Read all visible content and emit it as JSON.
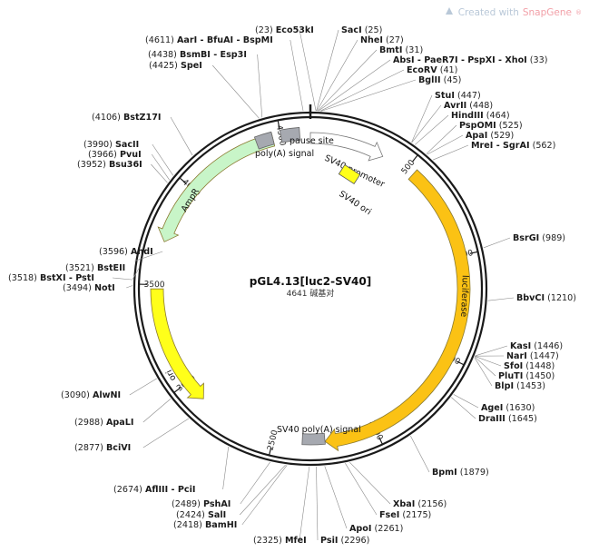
{
  "brand": {
    "prefix": "Created with",
    "name": "SnapGene",
    "mark": "®"
  },
  "plasmid": {
    "name": "pGL4.13[luc2-SV40]",
    "length": 4641,
    "length_label": "4641 碱基对"
  },
  "ticks": [
    {
      "pos": 500,
      "label": "500"
    },
    {
      "pos": 1000,
      "label": "1000"
    },
    {
      "pos": 1500,
      "label": "1500"
    },
    {
      "pos": 2000,
      "label": "2000"
    },
    {
      "pos": 2500,
      "label": "2500"
    },
    {
      "pos": 3000,
      "label": "3000"
    },
    {
      "pos": 3500,
      "label": "3500"
    },
    {
      "pos": 4000,
      "label": "4000"
    },
    {
      "pos": 4500,
      "label": "4500"
    }
  ],
  "features": [
    {
      "name": "luciferase",
      "start": 540,
      "end": 2250,
      "strand": 1,
      "type": "arrow",
      "color": "#fbc214",
      "ring": "inner"
    },
    {
      "name": "AmpR",
      "start": 3710,
      "end": 4460,
      "strand": -1,
      "type": "arrow",
      "color": "#c8f5c8",
      "ring": "inner"
    },
    {
      "name": "ori",
      "start": 2890,
      "end": 3480,
      "strand": -1,
      "type": "arrow",
      "color": "#ffff1a",
      "ring": "inner"
    },
    {
      "name": "SV40 promoter",
      "start": 0,
      "end": 370,
      "strand": 1,
      "type": "arrow",
      "color": "#ffffff",
      "ring": "inner"
    },
    {
      "name": "SV40 ori",
      "start": 0,
      "end": 0,
      "strand": 0,
      "type": "box",
      "color": "#ffff1a",
      "ring": "none"
    },
    {
      "name": "pause site",
      "start": 4500,
      "end": 4590,
      "strand": 0,
      "type": "box",
      "color": "#a6a9b0",
      "ring": "inner"
    },
    {
      "name": "poly(A) signal",
      "start": 4380,
      "end": 4460,
      "strand": 0,
      "type": "box",
      "color": "#a6a9b0",
      "ring": "inner"
    },
    {
      "name": "SV40 poly(A) signal",
      "start": 2250,
      "end": 2360,
      "strand": 0,
      "type": "box",
      "color": "#a6a9b0",
      "ring": "inner"
    }
  ],
  "feature_labels": [
    {
      "text": "pause site"
    },
    {
      "text": "poly(A) signal"
    },
    {
      "text": "SV40 promoter"
    },
    {
      "text": "SV40 ori"
    },
    {
      "text": "luciferase"
    },
    {
      "text": "AmpR"
    },
    {
      "text": "ori"
    },
    {
      "text": "SV40 poly(A) signal"
    }
  ],
  "sites": [
    {
      "name": "Eco53kI",
      "pos": "(23)",
      "num": 23
    },
    {
      "name": "AarI - BfuAI - BspMI",
      "pos": "(4611)",
      "num": 4611
    },
    {
      "name": "BsmBI - Esp3I",
      "pos": "(4438)",
      "num": 4438
    },
    {
      "name": "SpeI",
      "pos": "(4425)",
      "num": 4425
    },
    {
      "name": "SacI",
      "pos": "(25)",
      "num": 25
    },
    {
      "name": "NheI",
      "pos": "(27)",
      "num": 27
    },
    {
      "name": "BmtI",
      "pos": "(31)",
      "num": 31
    },
    {
      "name": "AbsI - PaeR7I - PspXI - XhoI",
      "pos": "(33)",
      "num": 33
    },
    {
      "name": "EcoRV",
      "pos": "(41)",
      "num": 41
    },
    {
      "name": "BglII",
      "pos": "(45)",
      "num": 45
    },
    {
      "name": "StuI",
      "pos": "(447)",
      "num": 447
    },
    {
      "name": "AvrII",
      "pos": "(448)",
      "num": 448
    },
    {
      "name": "HindIII",
      "pos": "(464)",
      "num": 464
    },
    {
      "name": "PspOMI",
      "pos": "(525)",
      "num": 525
    },
    {
      "name": "ApaI",
      "pos": "(529)",
      "num": 529
    },
    {
      "name": "MreI - SgrAI",
      "pos": "(562)",
      "num": 562
    },
    {
      "name": "BstZ17I",
      "pos": "(4106)",
      "num": 4106
    },
    {
      "name": "SacII",
      "pos": "(3990)",
      "num": 3990
    },
    {
      "name": "PvuI",
      "pos": "(3966)",
      "num": 3966
    },
    {
      "name": "Bsu36I",
      "pos": "(3952)",
      "num": 3952
    },
    {
      "name": "BsrGI",
      "pos": "(989)",
      "num": 989
    },
    {
      "name": "AhdI",
      "pos": "(3596)",
      "num": 3596
    },
    {
      "name": "BstEII",
      "pos": "(3521)",
      "num": 3521
    },
    {
      "name": "BstXI - PstI",
      "pos": "(3518)",
      "num": 3518
    },
    {
      "name": "NotI",
      "pos": "(3494)",
      "num": 3494
    },
    {
      "name": "BbvCI",
      "pos": "(1210)",
      "num": 1210
    },
    {
      "name": "KasI",
      "pos": "(1446)",
      "num": 1446
    },
    {
      "name": "NarI",
      "pos": "(1447)",
      "num": 1447
    },
    {
      "name": "SfoI",
      "pos": "(1448)",
      "num": 1448
    },
    {
      "name": "PluTI",
      "pos": "(1450)",
      "num": 1450
    },
    {
      "name": "BlpI",
      "pos": "(1453)",
      "num": 1453
    },
    {
      "name": "AlwNI",
      "pos": "(3090)",
      "num": 3090
    },
    {
      "name": "AgeI",
      "pos": "(1630)",
      "num": 1630
    },
    {
      "name": "DraIII",
      "pos": "(1645)",
      "num": 1645
    },
    {
      "name": "ApaLI",
      "pos": "(2988)",
      "num": 2988
    },
    {
      "name": "BciVI",
      "pos": "(2877)",
      "num": 2877
    },
    {
      "name": "BpmI",
      "pos": "(1879)",
      "num": 1879
    },
    {
      "name": "AflIII - PciI",
      "pos": "(2674)",
      "num": 2674
    },
    {
      "name": "XbaI",
      "pos": "(2156)",
      "num": 2156
    },
    {
      "name": "PshAI",
      "pos": "(2489)",
      "num": 2489
    },
    {
      "name": "FseI",
      "pos": "(2175)",
      "num": 2175
    },
    {
      "name": "SalI",
      "pos": "(2424)",
      "num": 2424
    },
    {
      "name": "BamHI",
      "pos": "(2418)",
      "num": 2418
    },
    {
      "name": "ApoI",
      "pos": "(2261)",
      "num": 2261
    },
    {
      "name": "MfeI",
      "pos": "(2325)",
      "num": 2325
    },
    {
      "name": "PsiI",
      "pos": "(2296)",
      "num": 2296
    }
  ],
  "colors": {
    "backbone": "#1a1a1a",
    "leader": "#8a8a8a",
    "brand_logo": "#b9c8d8"
  }
}
